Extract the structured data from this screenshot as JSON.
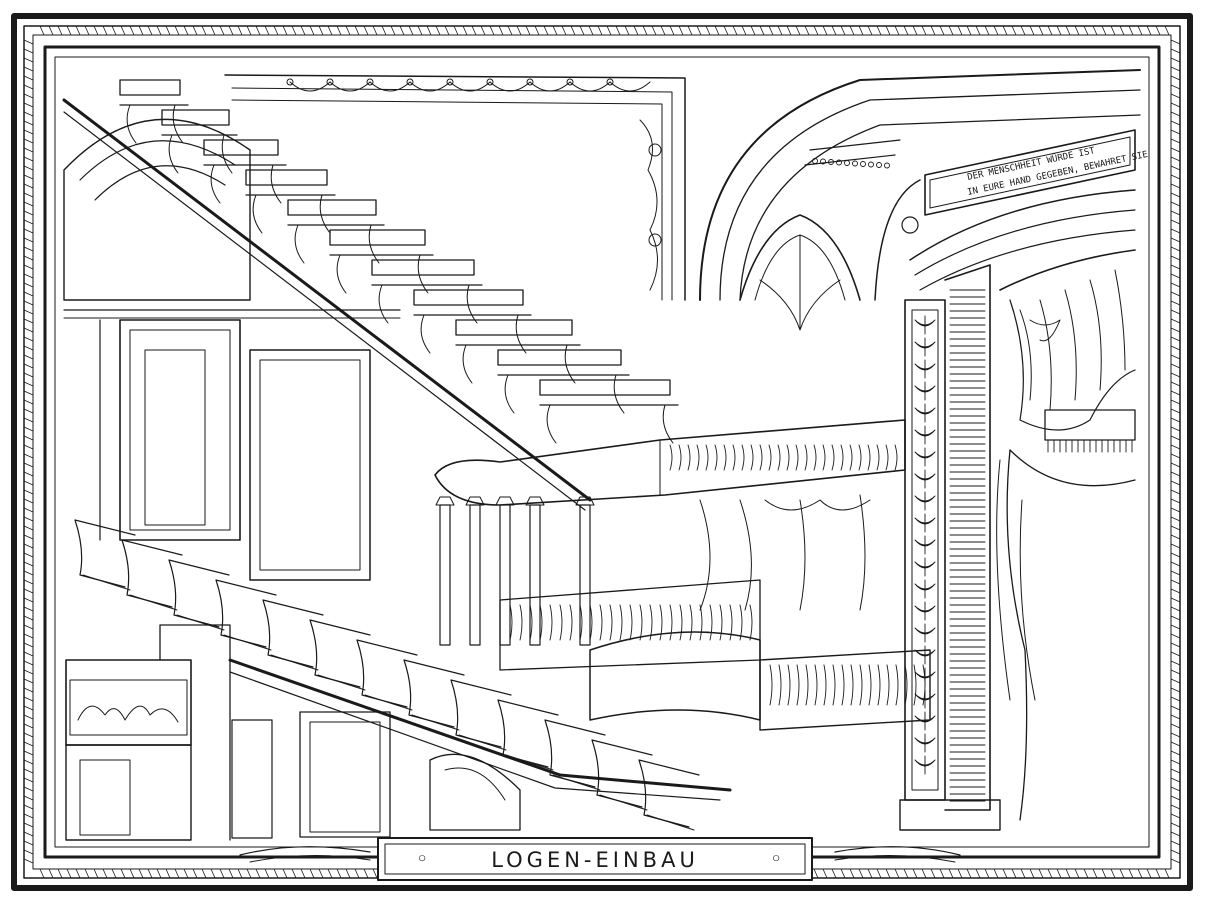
{
  "illustration": {
    "caption": "LOGEN-EINBAU",
    "caption_ornament": "◦",
    "inscription_line1": "DER MENSCHHEIT WÜRDE IST",
    "inscription_line2": "IN EURE HAND GEGEBEN, BEWAHRET SIE",
    "ink_color": "#1a1a1a",
    "paper_color": "#ffffff"
  }
}
